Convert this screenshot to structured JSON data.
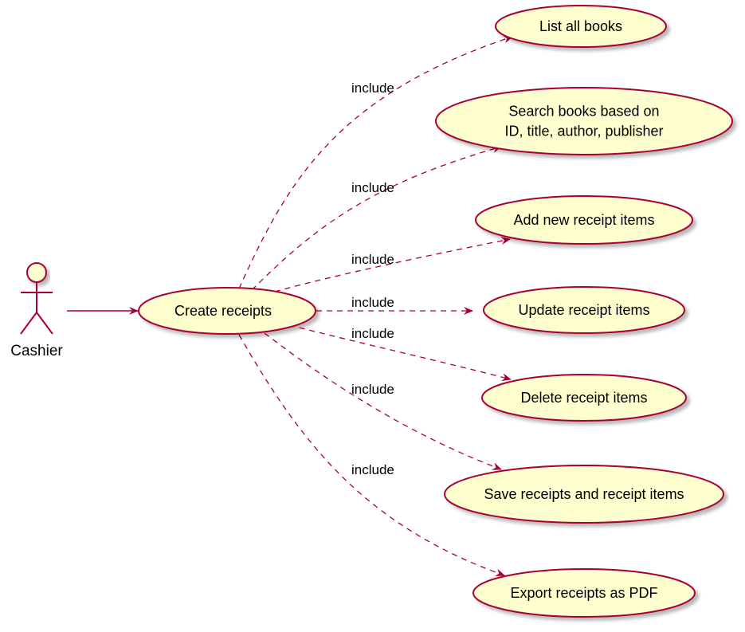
{
  "colors": {
    "line": "#A80036",
    "fill": "#FEFECE",
    "shadow": "#C8C8C8",
    "text": "#000000"
  },
  "actor": {
    "name": "Cashier"
  },
  "main_use_case": {
    "label": "Create receipts"
  },
  "use_cases": [
    {
      "id": "list",
      "lines": [
        "List all books"
      ],
      "relation": "include"
    },
    {
      "id": "search",
      "lines": [
        "Search books based on",
        "ID, title, author, publisher"
      ],
      "relation": "include"
    },
    {
      "id": "add",
      "lines": [
        "Add new receipt items"
      ],
      "relation": "include"
    },
    {
      "id": "update",
      "lines": [
        "Update receipt items"
      ],
      "relation": "include"
    },
    {
      "id": "delete",
      "lines": [
        "Delete receipt items"
      ],
      "relation": "include"
    },
    {
      "id": "save",
      "lines": [
        "Save receipts and receipt items"
      ],
      "relation": "include"
    },
    {
      "id": "export",
      "lines": [
        "Export receipts as PDF"
      ],
      "relation": "include"
    }
  ]
}
